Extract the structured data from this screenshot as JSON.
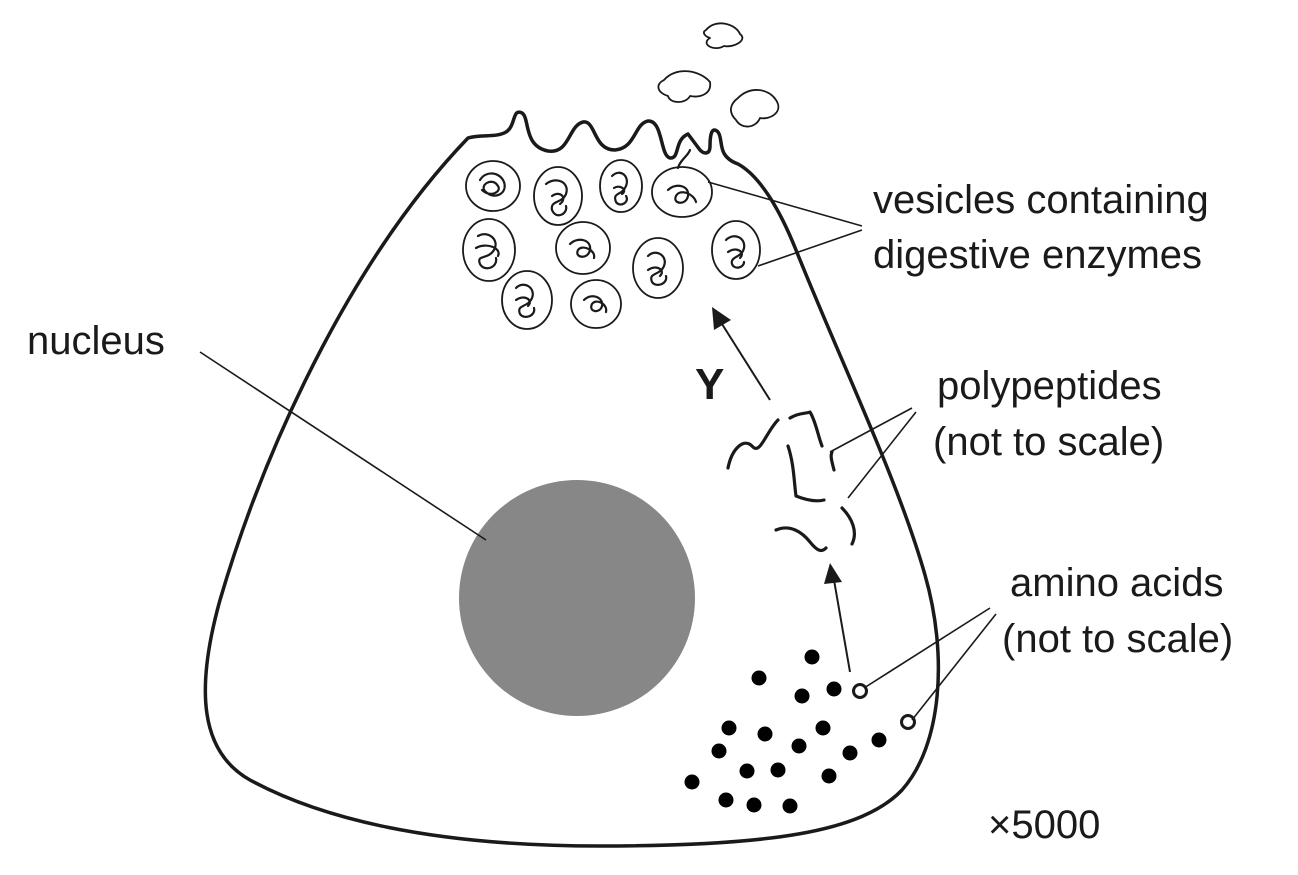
{
  "labels": {
    "vesicles_line1": "vesicles containing",
    "vesicles_line2": "digestive enzymes",
    "nucleus": "nucleus",
    "polypeptides_line1": "polypeptides",
    "polypeptides_line2": "(not to scale)",
    "amino_line1": "amino acids",
    "amino_line2": "(not to scale)",
    "process_letter": "Y",
    "magnification": "×5000"
  },
  "colors": {
    "outline": "#1a1a1a",
    "nucleus_fill": "#878787",
    "background": "#ffffff"
  }
}
